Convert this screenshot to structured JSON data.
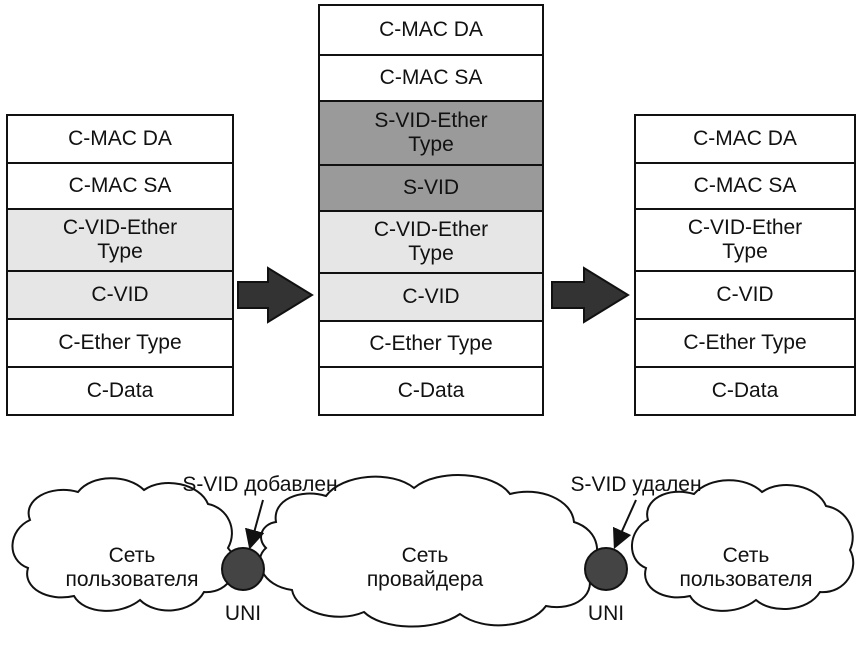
{
  "frames": {
    "original": {
      "fields": [
        {
          "label": "C-MAC DA",
          "shade": "none"
        },
        {
          "label": "C-MAC SA",
          "shade": "none"
        },
        {
          "label": "C-VID-Ether\nType",
          "shade": "light"
        },
        {
          "label": "C-VID",
          "shade": "light"
        },
        {
          "label": "C-Ether Type",
          "shade": "none"
        },
        {
          "label": "C-Data",
          "shade": "none"
        }
      ]
    },
    "provider": {
      "fields": [
        {
          "label": "C-MAC DA",
          "shade": "none"
        },
        {
          "label": "C-MAC SA",
          "shade": "none"
        },
        {
          "label": "S-VID-Ether\nType",
          "shade": "dark"
        },
        {
          "label": "S-VID",
          "shade": "dark"
        },
        {
          "label": "C-VID-Ether\nType",
          "shade": "light"
        },
        {
          "label": "C-VID",
          "shade": "light"
        },
        {
          "label": "C-Ether Type",
          "shade": "none"
        },
        {
          "label": "C-Data",
          "shade": "none"
        }
      ]
    },
    "restored": {
      "fields": [
        {
          "label": "C-MAC DA",
          "shade": "none"
        },
        {
          "label": "C-MAC SA",
          "shade": "none"
        },
        {
          "label": "C-VID-Ether\nType",
          "shade": "none"
        },
        {
          "label": "C-VID",
          "shade": "none"
        },
        {
          "label": "C-Ether Type",
          "shade": "none"
        },
        {
          "label": "C-Data",
          "shade": "none"
        }
      ]
    }
  },
  "network": {
    "customer_left": "Сеть\nпользователя",
    "provider": "Сеть\nпровайдера",
    "customer_right": "Сеть\nпользователя",
    "uni_left": "UNI",
    "uni_right": "UNI",
    "svid_added": "S-VID добавлен",
    "svid_removed": "S-VID удален"
  },
  "colors": {
    "line": "#111111",
    "shade_light": "#e6e6e6",
    "shade_dark": "#9a9a9a",
    "arrow": "#333333",
    "uni_node": "#444444"
  }
}
